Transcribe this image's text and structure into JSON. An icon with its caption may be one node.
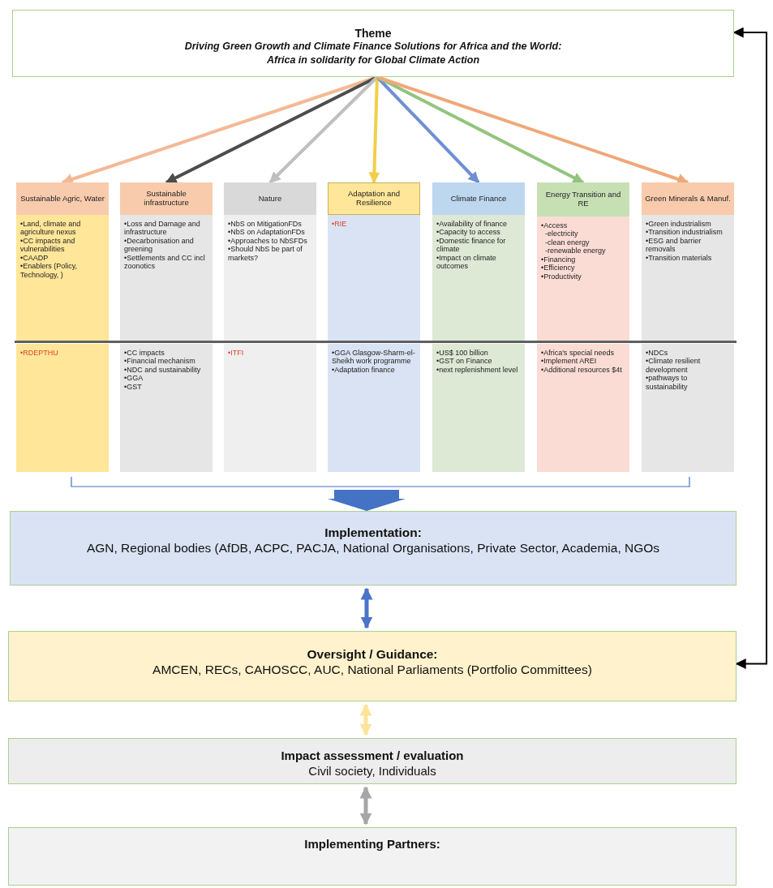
{
  "diagram": {
    "nodes": [
      {
        "text": [
          "Theme",
          "Driving Green Growth and Climate Finance Solutions for Africa and the World: Africa in solidarity for Global Climate Action"
        ]
      },
      {
        "text": [
          "Sustainable Agric, Water"
        ]
      },
      {
        "text": [
          "Sustainable infrastructure"
        ]
      },
      {
        "text": [
          "Nature"
        ]
      },
      {
        "text": [
          "Adaptation and Resilience"
        ]
      },
      {
        "text": [
          "Climate Finance"
        ]
      },
      {
        "text": [
          "Energy Transition and RE"
        ]
      },
      {
        "text": [
          "Green Minerals & Manuf."
        ]
      },
      {
        "text": [
          "•Land, climate and agriculture nexus",
          "•CC impacts and vulnerabilities",
          "•CAADP",
          "•Enablers (Policy, Technology, )"
        ]
      },
      {
        "text": [
          "•Loss and Damage and infrastructure",
          "•Decarbonisation and greening",
          "•Settlements and CC incl zoonotics"
        ]
      },
      {
        "text": [
          "•NbS on MitigationFDs",
          "•NbS on AdaptationFDs",
          "•Approaches to NbSFDs",
          "•Should NbS be part of markets?"
        ]
      },
      {
        "text": [
          "•RIE"
        ]
      },
      {
        "text": [
          "•Availability of finance",
          "•Capacity to access",
          "•Domestic finance for climate",
          "•Impact on climate outcomes"
        ]
      },
      {
        "text": [
          "•Access",
          "-electricity",
          "-clean energy",
          "-renewable energy",
          "•Financing",
          "•Efficiency",
          "•Productivity"
        ]
      },
      {
        "text": [
          "•Green industrialism",
          "•Transition industrialism",
          "•ESG and barrier removals",
          "•Transition materials"
        ]
      },
      {
        "text": [
          "•RDEPTHU"
        ]
      },
      {
        "text": [
          "•CC impacts",
          "•Financial mechanism",
          "•NDC and sustainability",
          "•GGA",
          "•GST"
        ]
      },
      {
        "text": [
          "•ITFI"
        ]
      },
      {
        "text": [
          "•GGA Glasgow-Sharm-el-Sheikh work programme",
          "•Adaptation finance"
        ]
      },
      {
        "text": [
          "•US$ 100 billion",
          "•GST on Finance",
          "•next replenishment level"
        ]
      },
      {
        "text": [
          "•Africa's special needs",
          "•Implement AREI",
          "•Additional resources $4t"
        ]
      },
      {
        "text": [
          "•NDCs",
          "•Climate resilient development",
          "•pathways to sustainability"
        ]
      },
      {
        "text": [
          "Implementation:",
          "AGN, Regional bodies (AfDB, ACPC, PACJA, National Organisations, Private Sector, Academia, NGOs"
        ]
      },
      {
        "text": [
          "Oversight / Guidance:",
          "AMCEN, RECs, CAHOSCC, AUC, National Parliaments (Portfolio Committees)"
        ]
      },
      {
        "text": [
          "Impact assessment / evaluation",
          "Civil society, Individuals"
        ]
      },
      {
        "text": [
          "Implementing Partners:"
        ]
      }
    ],
    "edges": [
      {
        "from": 0,
        "to": 1,
        "arrow": "to",
        "color": "#f4b994"
      },
      {
        "from": 0,
        "to": 2,
        "arrow": "to",
        "color": "#4d4d4d"
      },
      {
        "from": 0,
        "to": 3,
        "arrow": "to",
        "color": "#bfbfbf"
      },
      {
        "from": 0,
        "to": 4,
        "arrow": "to",
        "color": "#f2cf4a"
      },
      {
        "from": 0,
        "to": 5,
        "arrow": "to",
        "color": "#6f8fd3"
      },
      {
        "from": 0,
        "to": 6,
        "arrow": "to",
        "color": "#93c47d"
      },
      {
        "from": 0,
        "to": 7,
        "arrow": "to",
        "color": "#f0a878"
      },
      {
        "from": null,
        "to": 22,
        "arrow": "to",
        "style": "thick",
        "color": "#4472c4"
      },
      {
        "from": 22,
        "to": 23,
        "arrow": "both",
        "color": "#4a74c9"
      },
      {
        "from": 23,
        "to": 24,
        "arrow": "both",
        "color": "#fde49a"
      },
      {
        "from": 24,
        "to": 25,
        "arrow": "both",
        "color": "#a6a6a6"
      },
      {
        "from": 23,
        "to": 0,
        "arrow": "both",
        "color": "#000000"
      }
    ]
  }
}
